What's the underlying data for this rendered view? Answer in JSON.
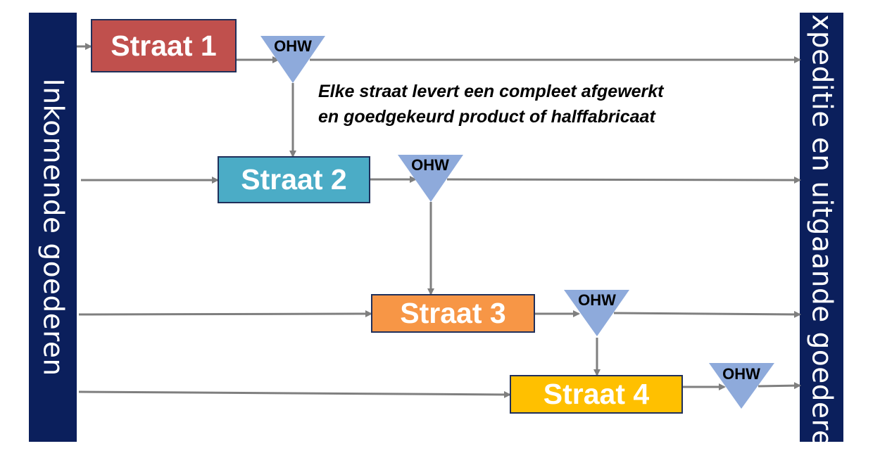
{
  "left_bar": {
    "label": "Inkomende goederen"
  },
  "right_bar": {
    "label": "Expeditie en uitgaande goederen"
  },
  "stations": [
    {
      "label": "Straat 1",
      "color": "#c0504d"
    },
    {
      "label": "Straat 2",
      "color": "#4bacc6"
    },
    {
      "label": "Straat 3",
      "color": "#f79646"
    },
    {
      "label": "Straat 4",
      "color": "#ffc000"
    }
  ],
  "buffers": [
    {
      "label": "OHW"
    },
    {
      "label": "OHW"
    },
    {
      "label": "OHW"
    },
    {
      "label": "OHW"
    }
  ],
  "note": {
    "line1": "Elke straat levert een compleet afgewerkt",
    "line2": "en goedgekeurd product of halffabricaat"
  },
  "colors": {
    "bar": "#0b1f5c",
    "arrow": "#7f7f7f",
    "buffer": "#8eaadb"
  }
}
